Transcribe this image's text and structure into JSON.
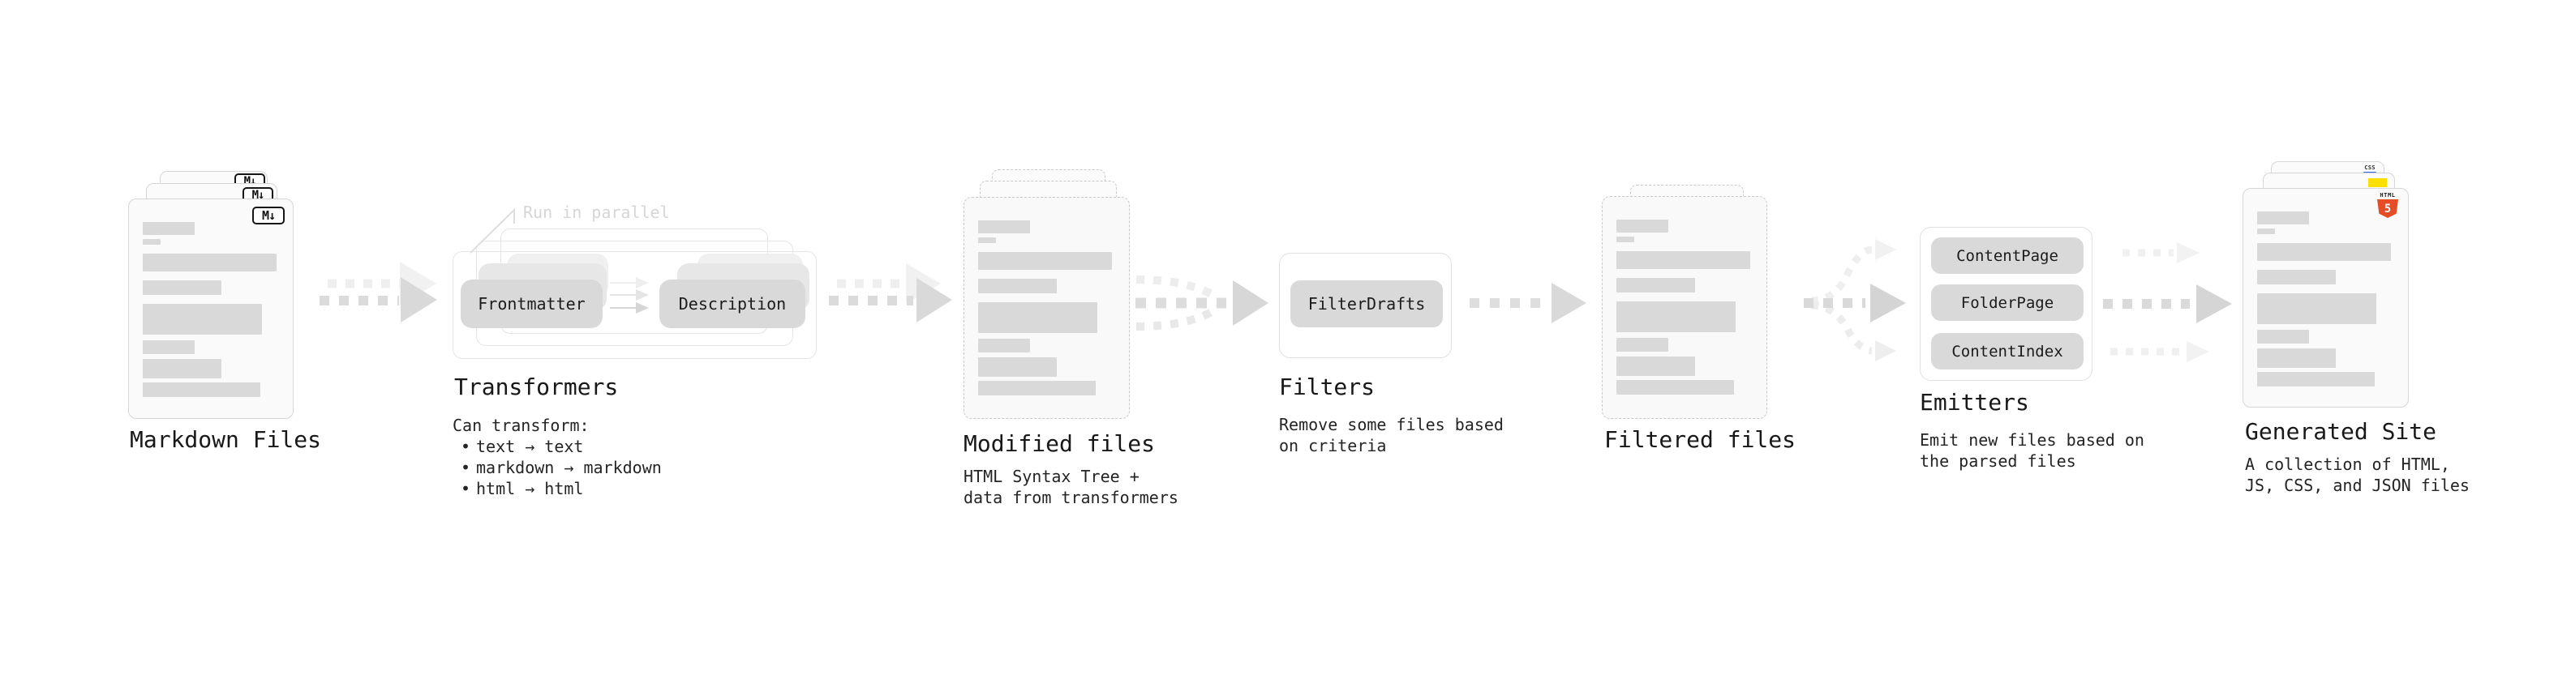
{
  "stages": {
    "markdown_files": {
      "label": "Markdown Files",
      "badge": "M↓"
    },
    "transformers": {
      "label": "Transformers",
      "annotation": "Run in parallel",
      "pill_left": "Frontmatter",
      "pill_right": "Description",
      "note_title": "Can transform:",
      "bullets": [
        "text → text",
        "markdown → markdown",
        "html → html"
      ]
    },
    "modified_files": {
      "label": "Modified files",
      "description": "HTML Syntax Tree +\ndata from transformers"
    },
    "filters": {
      "label": "Filters",
      "pill": "FilterDrafts",
      "description": "Remove some files based\non criteria"
    },
    "filtered_files": {
      "label": "Filtered files"
    },
    "emitters": {
      "label": "Emitters",
      "pills": [
        "ContentPage",
        "FolderPage",
        "ContentIndex"
      ],
      "description": "Emit new files based on\nthe parsed files"
    },
    "generated_site": {
      "label": "Generated Site",
      "description": "A collection of HTML,\nJS, CSS, and JSON files",
      "badge_css": "CSS",
      "badge_html": "HTML",
      "badge_html5_number": "5"
    }
  },
  "colors": {
    "html5_orange": "#e44d26",
    "js_yellow": "#ffdf00",
    "css_blue": "#2965f1",
    "pill_gray": "#d9d9d9",
    "skeleton_gray": "#d9d9d9",
    "arrow_gray": "#d9d9d9",
    "arrow_light": "#f0f0f0"
  }
}
